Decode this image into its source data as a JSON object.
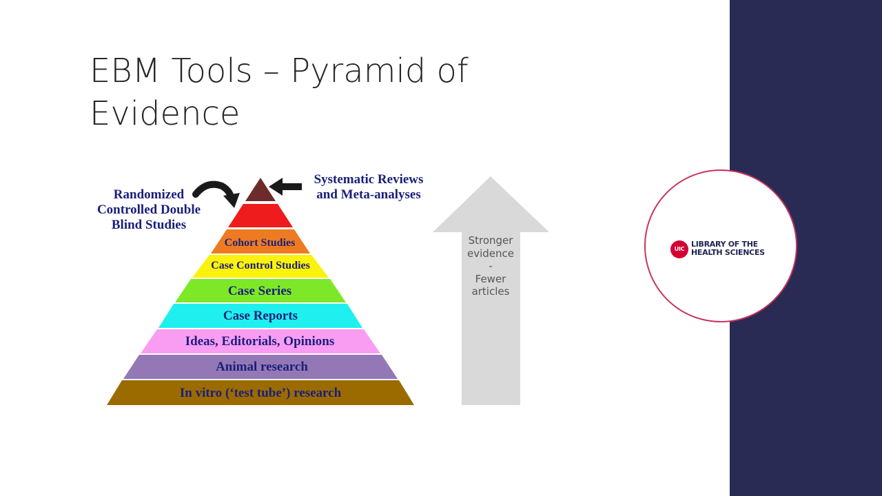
{
  "slide": {
    "title": "EBM Tools – Pyramid of Evidence"
  },
  "pyramid": {
    "apex_label": "Systematic Reviews and Meta-analyses",
    "apex_label_lines": [
      "Systematic Reviews",
      "and Meta-analyses"
    ],
    "rct_label_lines": [
      "Randomized",
      "Controlled Double",
      "Blind Studies"
    ],
    "levels": [
      {
        "label": "",
        "color": "#6e2b2b"
      },
      {
        "label": "",
        "color": "#ee1c1c"
      },
      {
        "label": "Cohort Studies",
        "color": "#ee7b22"
      },
      {
        "label": "Case Control Studies",
        "color": "#fbf20b"
      },
      {
        "label": "Case Series",
        "color": "#7de827"
      },
      {
        "label": "Case Reports",
        "color": "#1ff0ef"
      },
      {
        "label": "Ideas, Editorials, Opinions",
        "color": "#f99df3"
      },
      {
        "label": "Animal research",
        "color": "#9478b6"
      },
      {
        "label": "In vitro (‘test tube’) research",
        "color": "#9b6b00"
      }
    ],
    "text_color": "#1a1f7a"
  },
  "evidence_arrow": {
    "lines": [
      "Stronger",
      "evidence",
      "-",
      "Fewer",
      "articles"
    ],
    "color": "#d9d9d9"
  },
  "logo": {
    "mark": "UIC",
    "text_lines": [
      "LIBRARY OF THE",
      "HEALTH SCIENCES"
    ],
    "mark_color": "#d50032",
    "text_color": "#1f2350",
    "ring_color": "#c8335a"
  },
  "theme": {
    "side_panel_color": "#2a2b55"
  }
}
